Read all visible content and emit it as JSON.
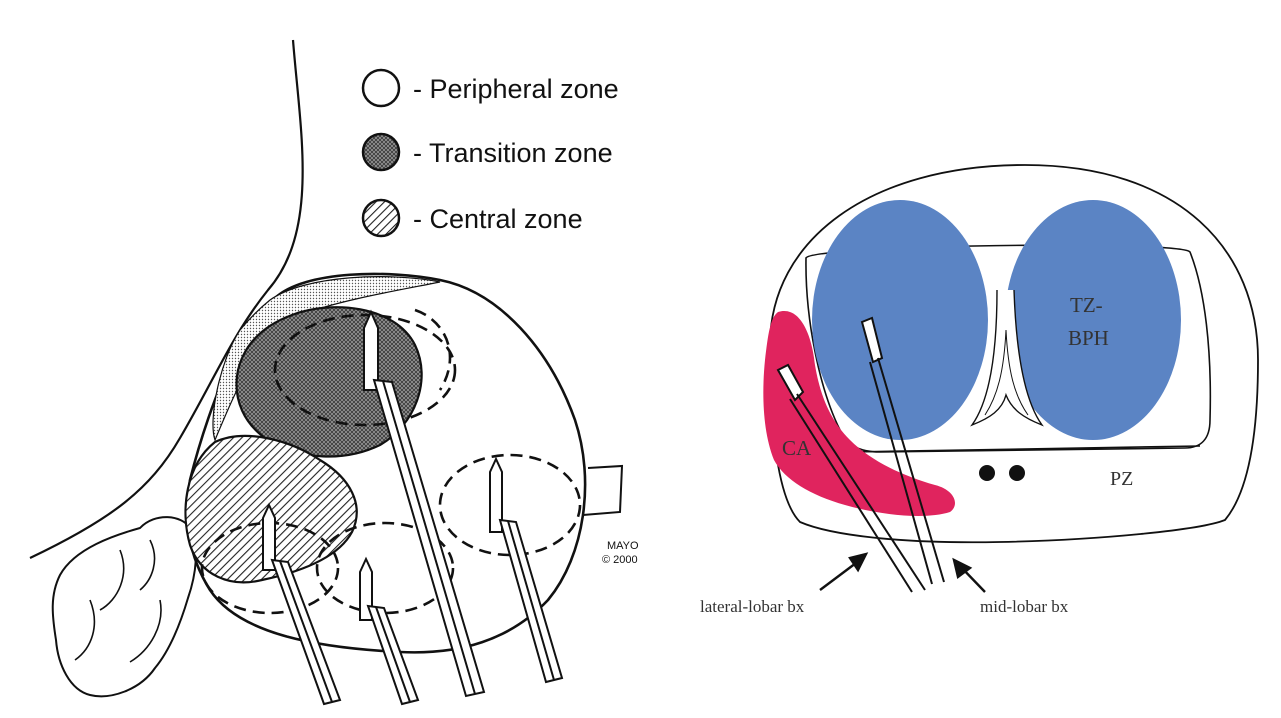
{
  "left_panel": {
    "legend": [
      {
        "swatch": "white",
        "label": "- Peripheral zone"
      },
      {
        "swatch": "crosshatch",
        "label": "- Transition zone"
      },
      {
        "swatch": "diagonal-hatch",
        "label": "- Central zone"
      }
    ],
    "credit_line1": "MAYO",
    "credit_line2": "© 2000"
  },
  "right_panel": {
    "tz_label_line1": "TZ-",
    "tz_label_line2": "BPH",
    "ca_label": "CA",
    "pz_label": "PZ",
    "lateral_label": "lateral-lobar bx",
    "mid_label": "mid-lobar bx"
  },
  "colors": {
    "transition_zone_blue": "#5b84c4",
    "cancer_red": "#e0245e",
    "line": "#111111"
  }
}
